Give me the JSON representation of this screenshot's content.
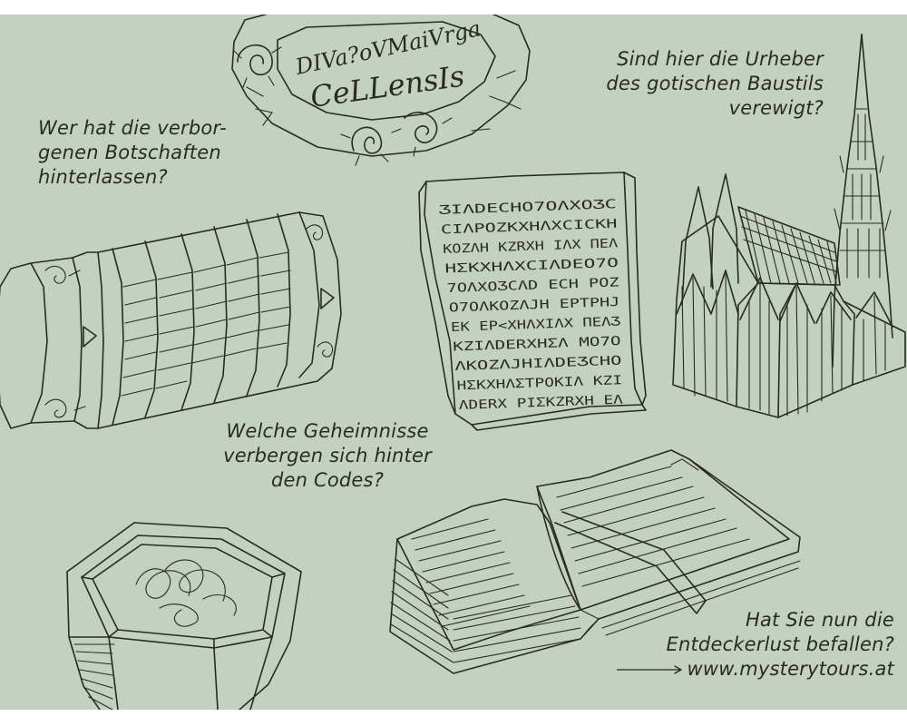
{
  "colors": {
    "background": "#c3d1c3",
    "ink": "#2a2a22"
  },
  "questions": {
    "q1": [
      "Wer hat die verbor-",
      "genen Botschaften",
      "hinterlassen?"
    ],
    "q2": [
      "Sind hier die Urheber",
      "des gotischen Baustils",
      "verewigt?"
    ],
    "q3": [
      "Welche Geheimnisse",
      "verbergen sich hinter",
      "den Codes?"
    ],
    "q4": [
      "Hat Sie nun die",
      "Entdeckerlust befallen?"
    ]
  },
  "website": "www.mysterytours.at",
  "seal": {
    "line1": "DIVa?oVMaiVrga",
    "line2": "CeLLensIs"
  },
  "code_tablet": {
    "lines": [
      "ƷIΛDECHO7OΛXOƷC",
      "CIΛPOZKXHΛXCICKH",
      "KOZΛH KZRXH IΛX ΠEΛ",
      "HΣKXHΛXCIΛDEO7O",
      "7OΛXOƷCΛD ECH POZ",
      "O7OΛKOZΛJH EPTPHJ",
      "EK EP<XHΛXIΛX ΠEΛƷ",
      "KZIΛDERXHΣΛ MO7O",
      "ΛKOZΛJHIΛDEƷCHO",
      "HΣKXHΛΣTPOKIΛ KZI",
      "ΛDERX PIΣKZRXH EΛ"
    ]
  }
}
